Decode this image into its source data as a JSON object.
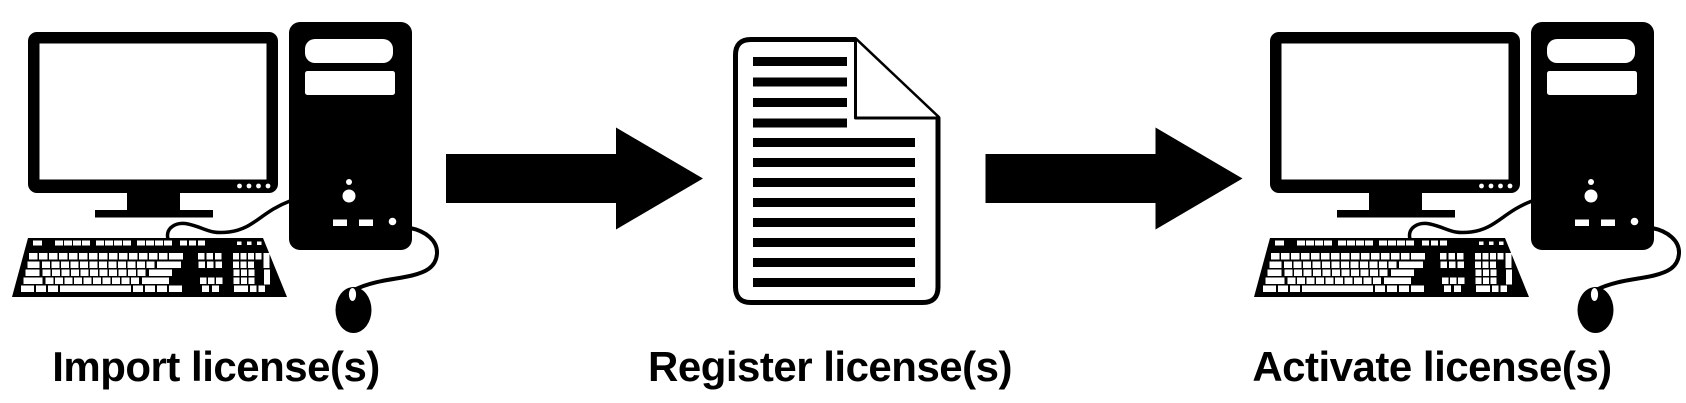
{
  "colors": {
    "background": "#ffffff",
    "ink": "#000000",
    "paper": "#ffffff"
  },
  "diagram": {
    "type": "process-flow",
    "direction": "left-to-right",
    "steps": [
      {
        "id": "import",
        "icon": "desktop-computer-icon",
        "label": "Import license(s)"
      },
      {
        "id": "register",
        "icon": "document-icon",
        "label": "Register license(s)"
      },
      {
        "id": "activate",
        "icon": "desktop-computer-icon",
        "label": "Activate license(s)"
      }
    ],
    "connectors": [
      {
        "from": "import",
        "to": "register",
        "icon": "right-arrow-icon"
      },
      {
        "from": "register",
        "to": "activate",
        "icon": "right-arrow-icon"
      }
    ]
  }
}
